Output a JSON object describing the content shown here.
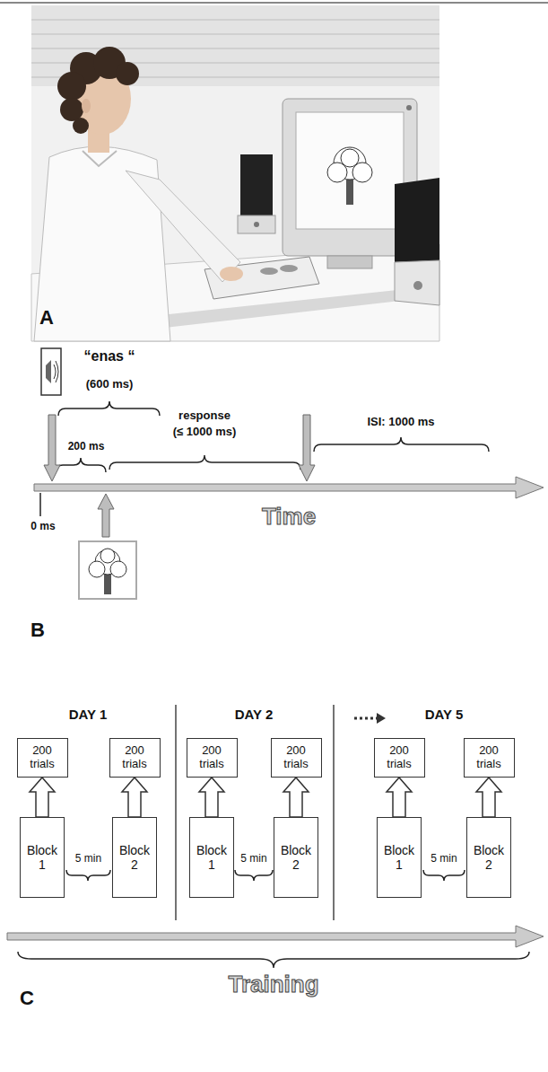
{
  "diagram": {
    "nodes": [
      {
        "text": [
          "200 trials"
        ]
      },
      {
        "text": [
          "200 trials"
        ]
      },
      {
        "text": [
          "200 trials"
        ]
      },
      {
        "text": [
          "200 trials"
        ]
      },
      {
        "text": [
          "200 trials"
        ]
      },
      {
        "text": [
          "200 trials"
        ]
      },
      {
        "text": [
          "Block 1"
        ]
      },
      {
        "text": [
          "Block 2"
        ]
      },
      {
        "text": [
          "Block 1"
        ]
      },
      {
        "text": [
          "Block 2"
        ]
      },
      {
        "text": [
          "Block 1"
        ]
      },
      {
        "text": [
          "Block 2"
        ]
      }
    ],
    "edges": [
      {
        "from": 6,
        "to": 0,
        "arrow": "to"
      },
      {
        "from": 7,
        "to": 1,
        "arrow": "to"
      },
      {
        "from": 8,
        "to": 2,
        "arrow": "to"
      },
      {
        "from": 9,
        "to": 3,
        "arrow": "to"
      },
      {
        "from": 10,
        "to": 4,
        "arrow": "to"
      },
      {
        "from": 11,
        "to": 5,
        "arrow": "to"
      }
    ],
    "labels": [
      "A",
      "“enas “",
      "(600 ms)",
      "200 ms",
      "response",
      "(≤ 1000 ms)",
      "ISI: 1000 ms",
      "0 ms",
      "Time",
      "B",
      "DAY 1",
      "DAY 2",
      "DAY 5",
      "5 min",
      "5 min",
      "5 min",
      "Training",
      "C"
    ]
  }
}
